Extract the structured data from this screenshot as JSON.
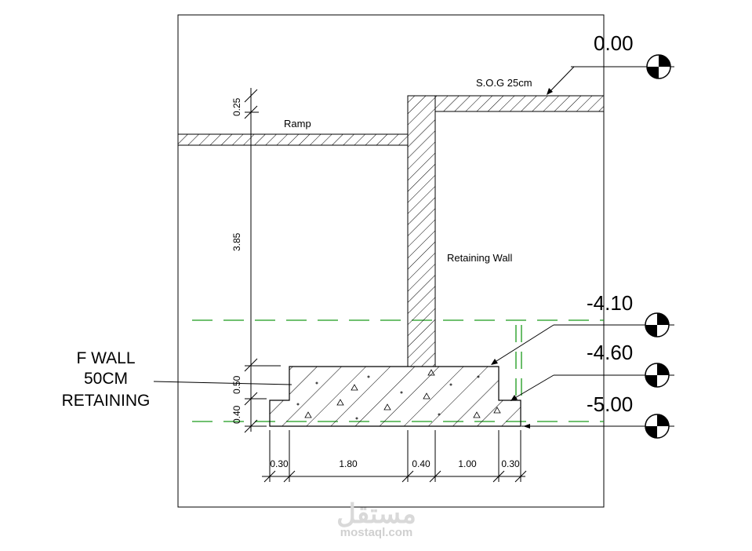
{
  "levels": {
    "l0": "0.00",
    "l1": "-4.10",
    "l2": "-4.60",
    "l3": "-5.00"
  },
  "labels": {
    "sog": "S.O.G 25cm",
    "ramp": "Ramp",
    "retaining_wall": "Retaining Wall",
    "f_wall_1": "F WALL",
    "f_wall_2": "50CM",
    "f_wall_3": "RETAINING"
  },
  "vertical_dims": {
    "d1": "0.25",
    "d2": "3.85",
    "d3": "0.50",
    "d4": "0.40"
  },
  "horizontal_dims": [
    "0.30",
    "1.80",
    "0.40",
    "1.00",
    "0.30"
  ],
  "watermark": {
    "logo": "مستقل",
    "site": "mostaql.com"
  },
  "colors": {
    "line": "#000000",
    "guide": "#1a9a1a",
    "watermark": "#d9d9d9"
  }
}
